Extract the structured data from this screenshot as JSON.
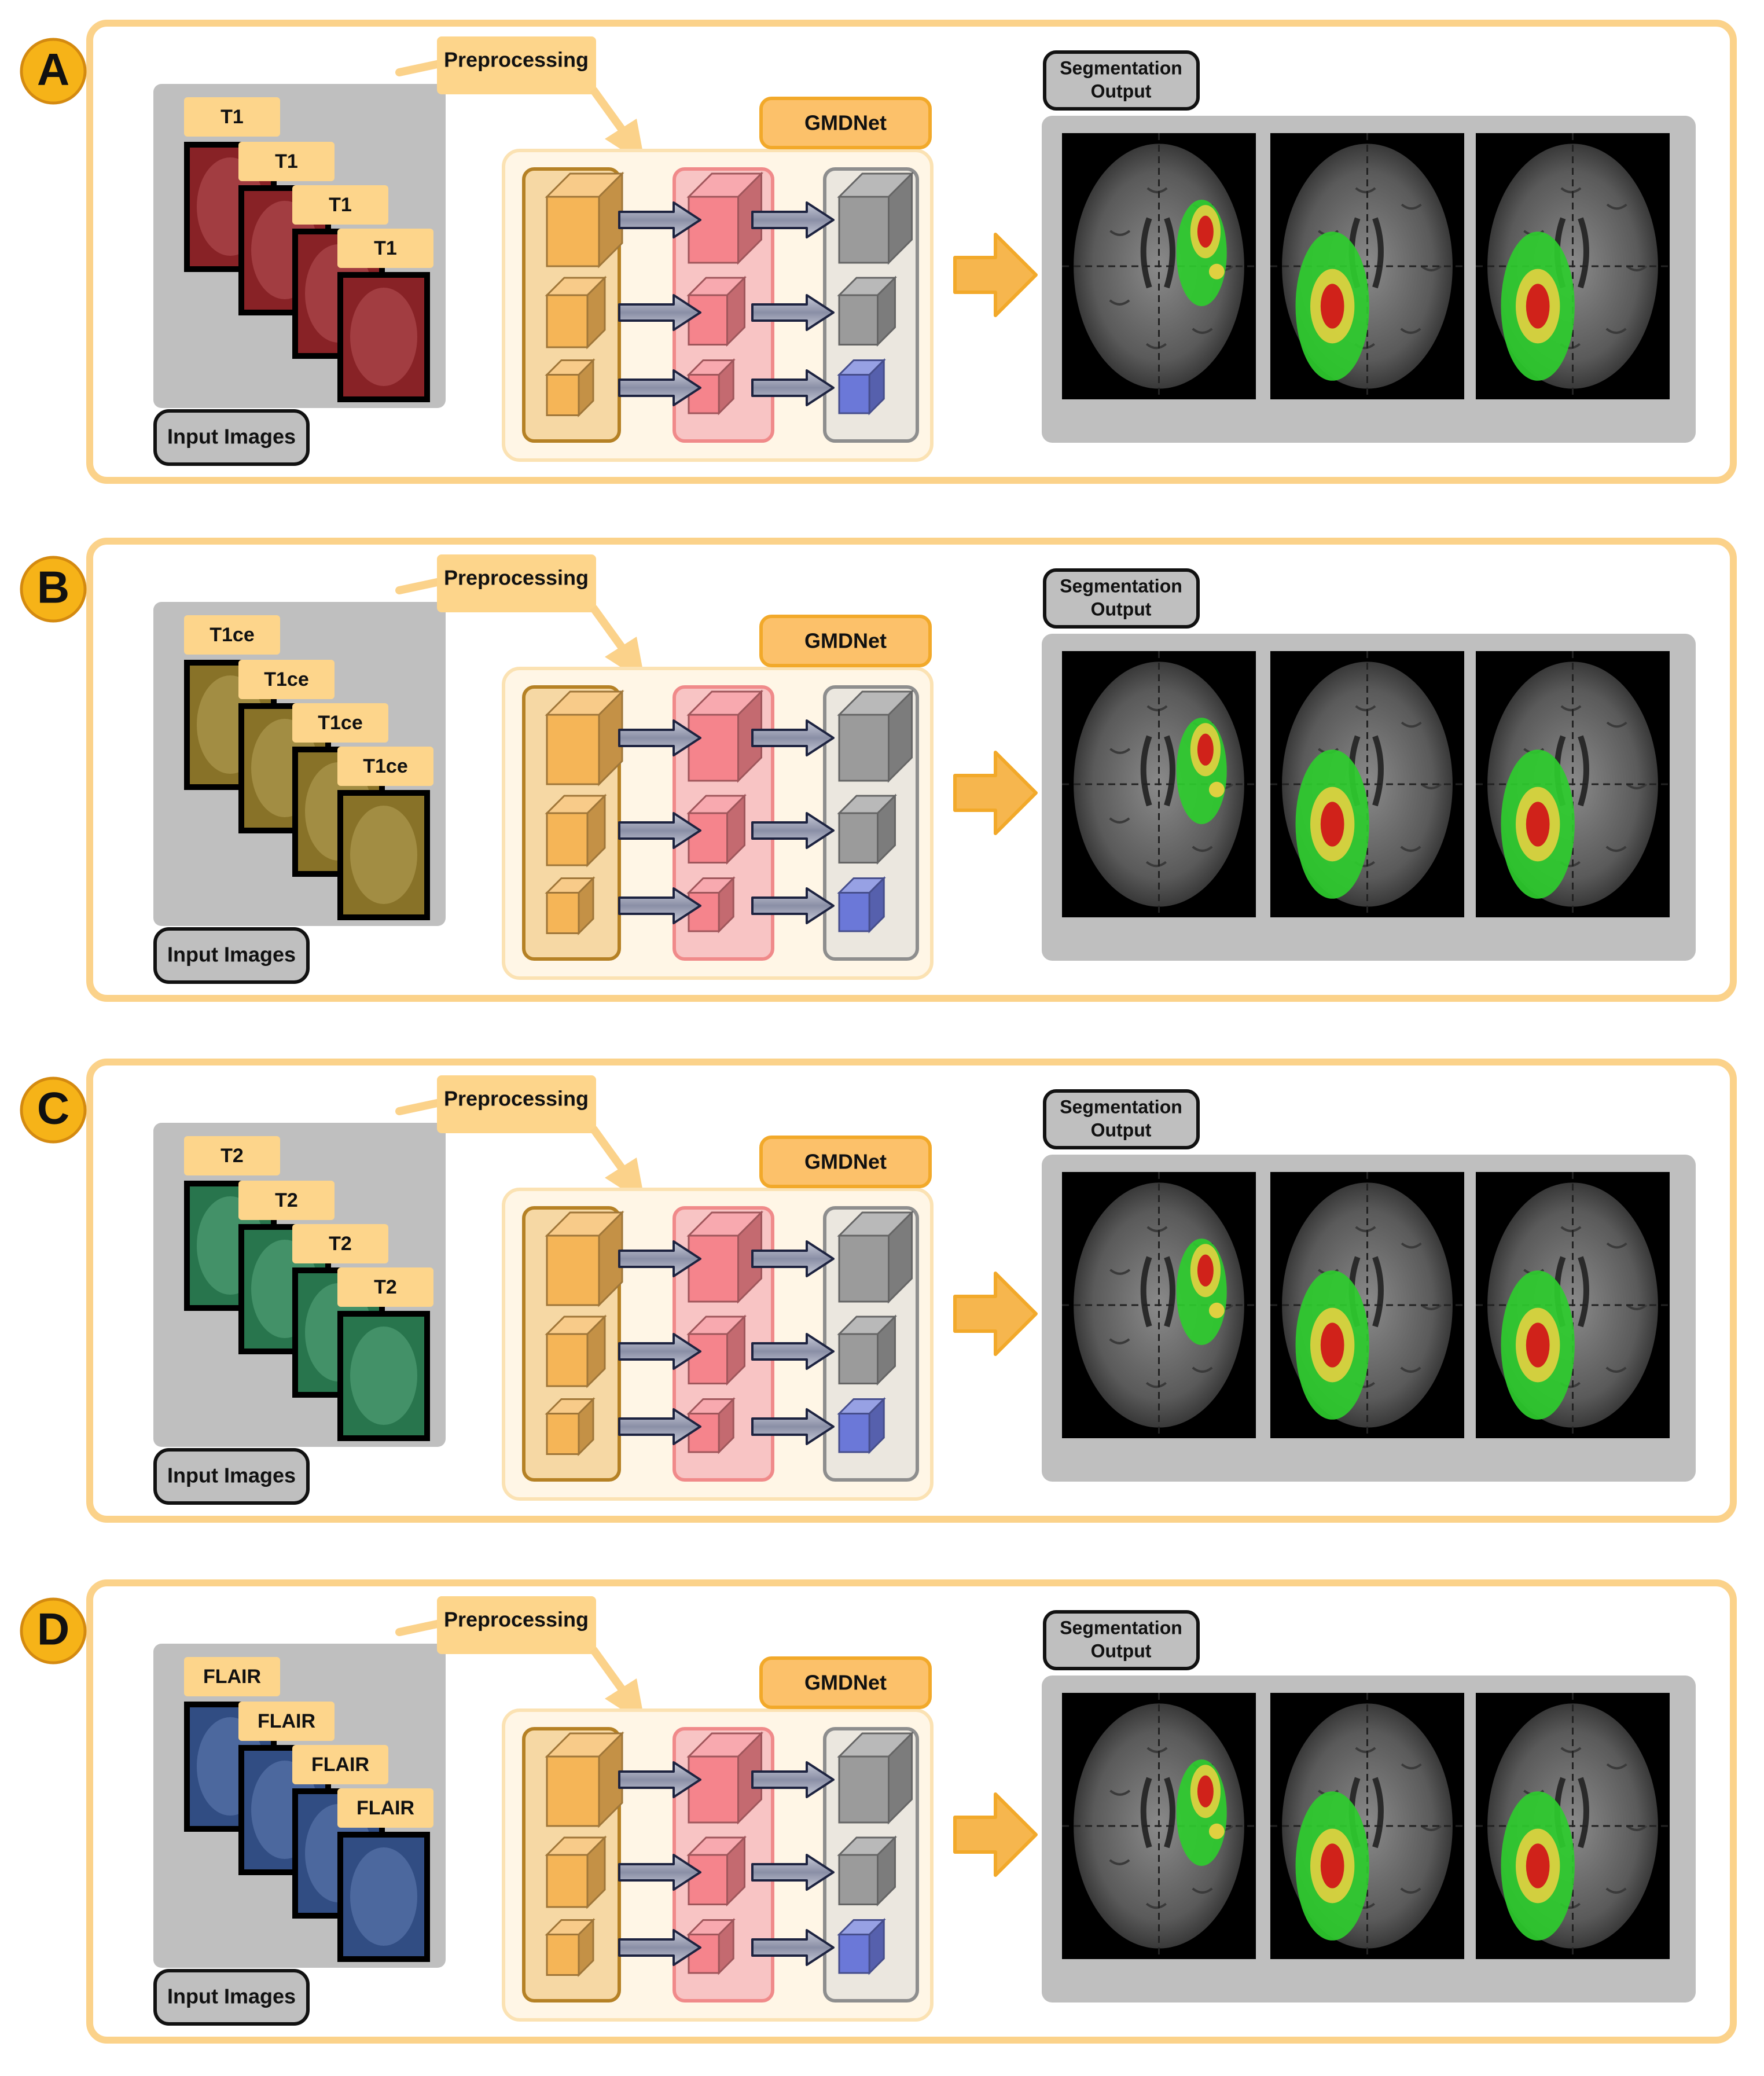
{
  "panels": [
    {
      "id": "A",
      "letter": "A",
      "modality_labels": [
        "T1",
        "T1",
        "T1",
        "T1"
      ],
      "tint": "#a0282d",
      "input_label": "Input Images",
      "preprocessing_label": "Preprocessing",
      "network_label": "GMDNet",
      "output_label_line1": "Segmentation",
      "output_label_line2": "Output"
    },
    {
      "id": "B",
      "letter": "B",
      "modality_labels": [
        "T1ce",
        "T1ce",
        "T1ce",
        "T1ce"
      ],
      "tint": "#a0862f",
      "input_label": "Input Images",
      "preprocessing_label": "Preprocessing",
      "network_label": "GMDNet",
      "output_label_line1": "Segmentation",
      "output_label_line2": "Output"
    },
    {
      "id": "C",
      "letter": "C",
      "modality_labels": [
        "T2",
        "T2",
        "T2",
        "T2"
      ],
      "tint": "#2f8a5a",
      "input_label": "Input Images",
      "preprocessing_label": "Preprocessing",
      "network_label": "GMDNet",
      "output_label_line1": "Segmentation",
      "output_label_line2": "Output"
    },
    {
      "id": "D",
      "letter": "D",
      "modality_labels": [
        "FLAIR",
        "FLAIR",
        "FLAIR",
        "FLAIR"
      ],
      "tint": "#3a5a9a",
      "input_label": "Input Images",
      "preprocessing_label": "Preprocessing",
      "network_label": "GMDNet",
      "output_label_line1": "Segmentation",
      "output_label_line2": "Output"
    }
  ],
  "colors": {
    "panel_border": "#fbd28a",
    "accent": "#f2a92a",
    "letter_badge": "#f6b318",
    "label_fill": "#fdd58b",
    "gray_box": "#bfbfbf",
    "encoder": "#f5b557",
    "middle": "#f5848c",
    "decoder_gray": "#9b9b9b",
    "decoder_blue": "#6b78d8",
    "tumor_edema": "#2ecc2e",
    "tumor_enhancing": "#e0d040",
    "tumor_core": "#d01818"
  }
}
